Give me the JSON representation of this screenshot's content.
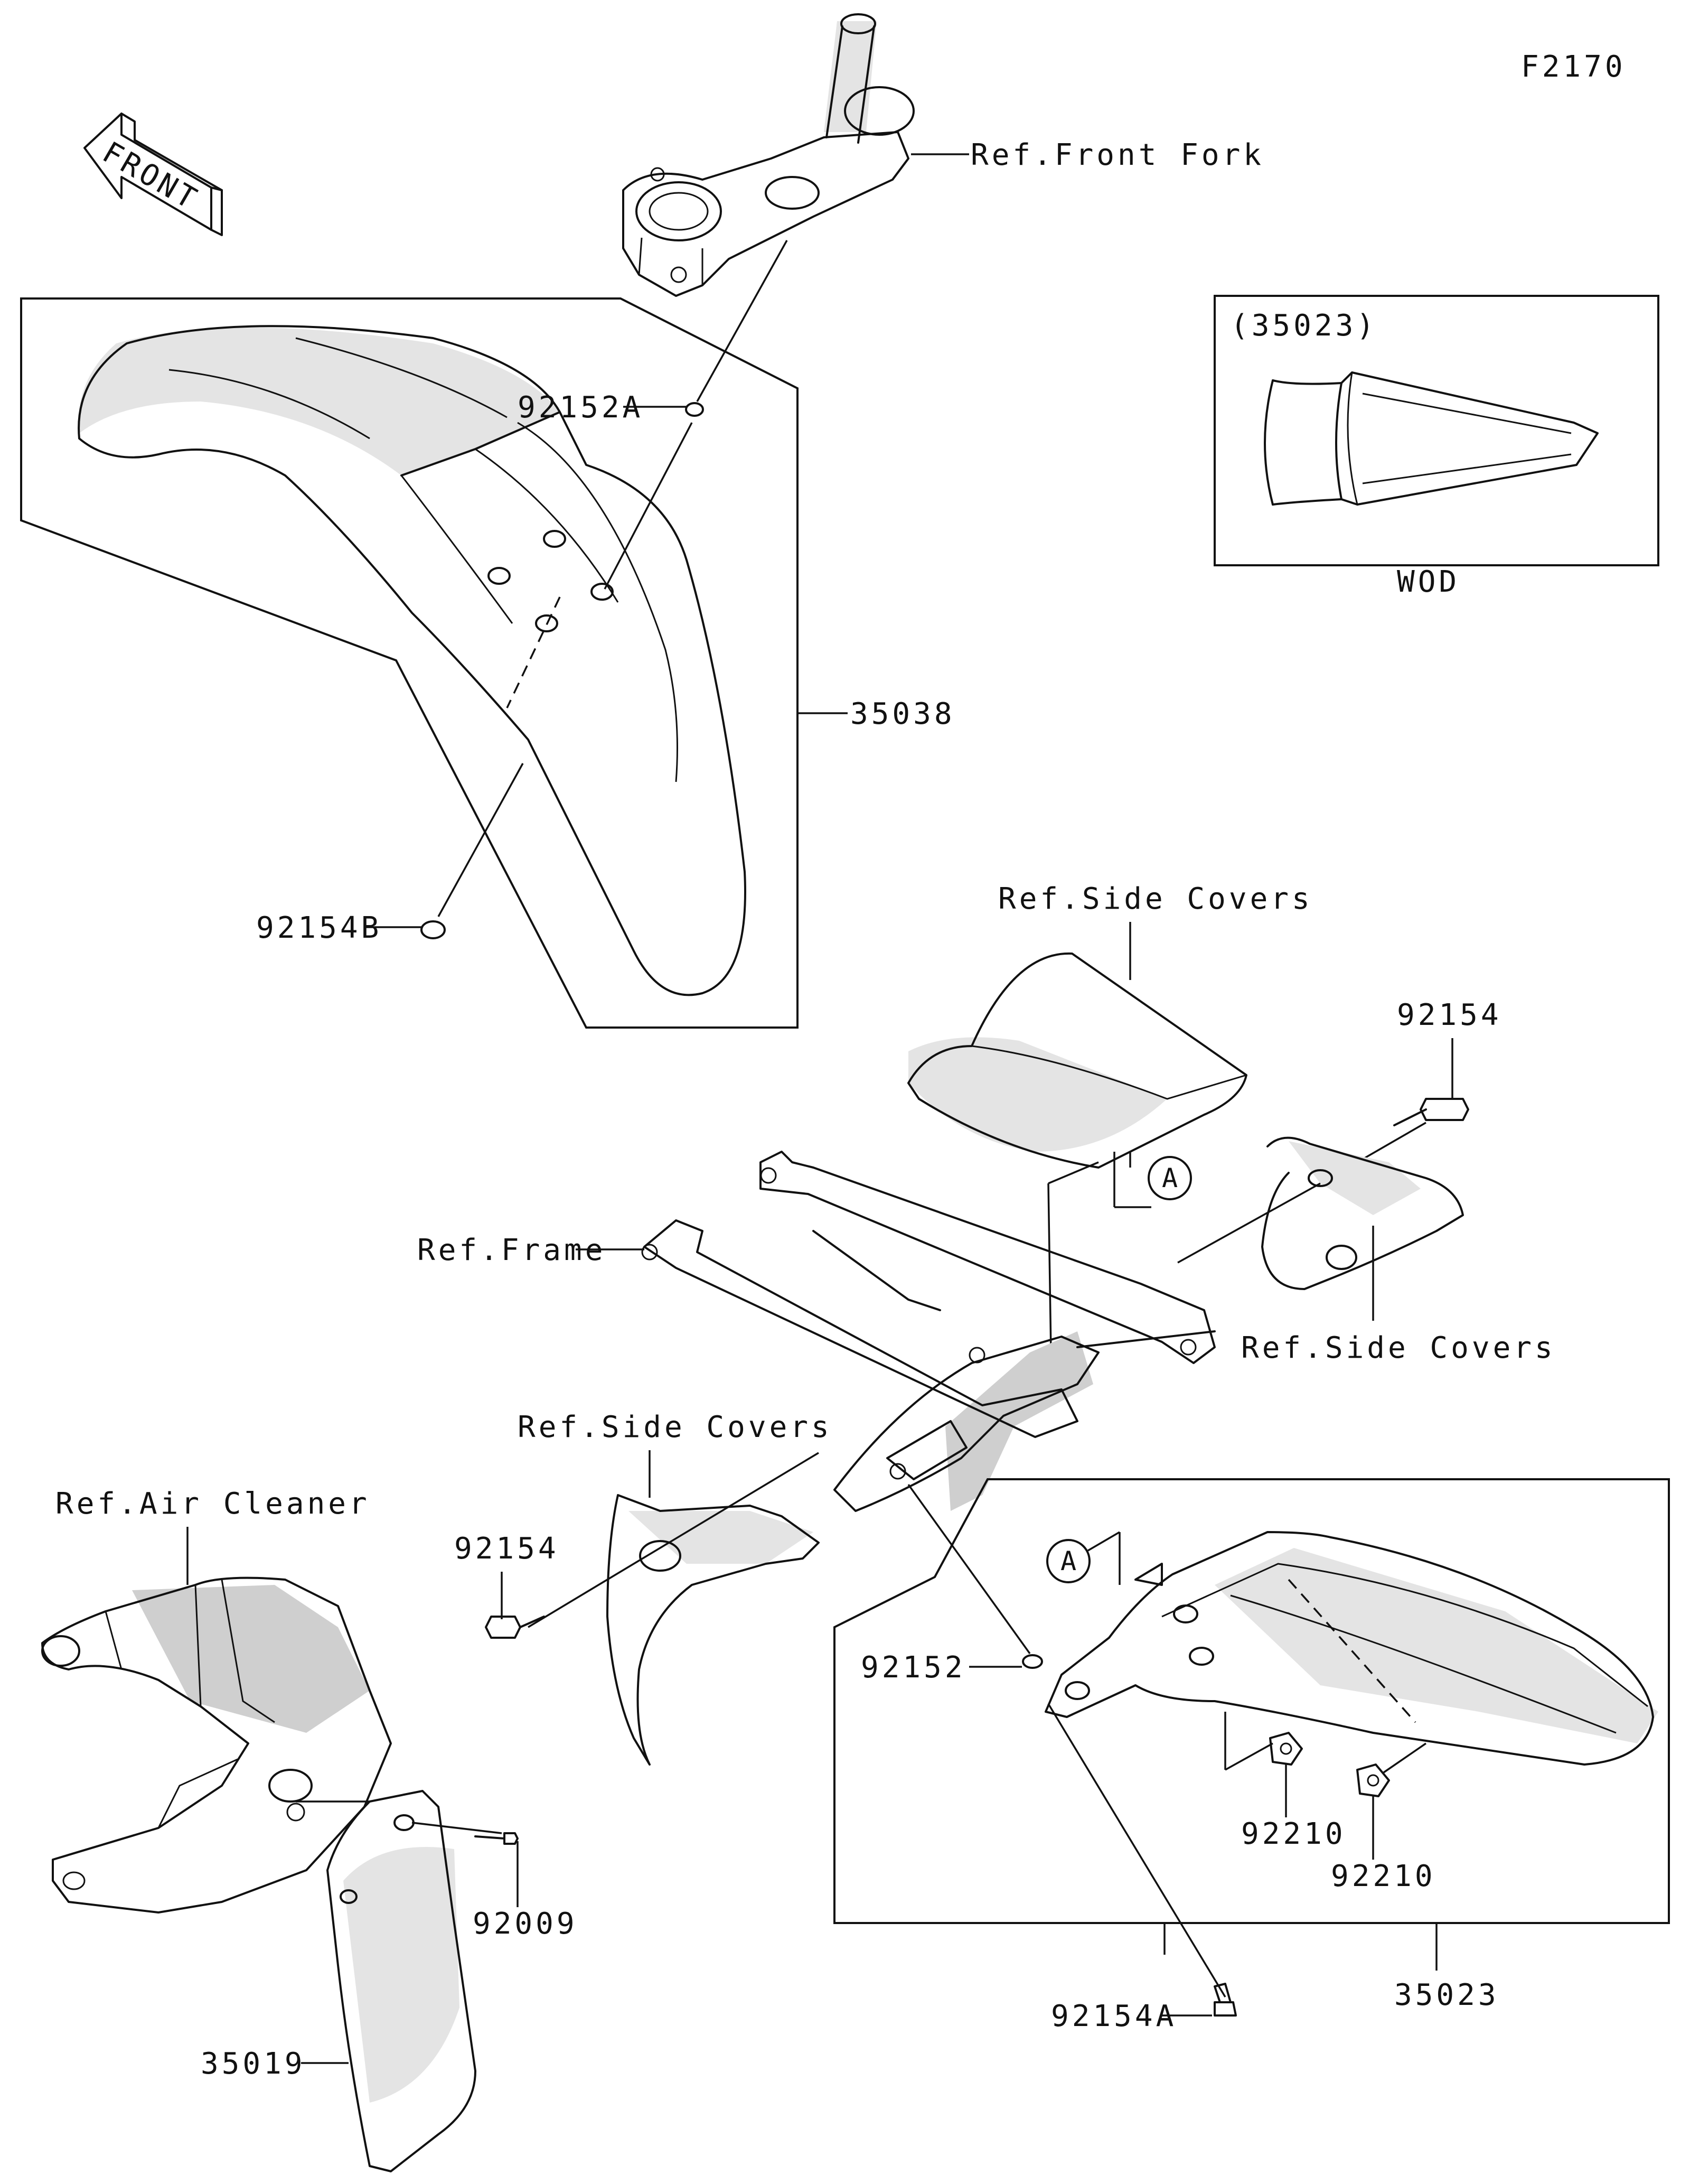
{
  "diagram_id": "F2170",
  "front_arrow_label": "FRONT",
  "labels": {
    "ref_front_fork": "Ref.Front Fork",
    "p92152A": "92152A",
    "p35038": "35038",
    "p92154B": "92154B",
    "wod_part": "(35023)",
    "wod": "WOD",
    "ref_side_covers_top": "Ref.Side Covers",
    "p92154_right": "92154",
    "callout_a_top": "A",
    "ref_frame": "Ref.Frame",
    "ref_side_covers_right": "Ref.Side Covers",
    "ref_side_covers_mid": "Ref.Side Covers",
    "ref_air_cleaner": "Ref.Air Cleaner",
    "p92154_left": "92154",
    "callout_a_bottom": "A",
    "p92152": "92152",
    "p92210_a": "92210",
    "p92210_b": "92210",
    "p92009": "92009",
    "p35019": "35019",
    "p92154A": "92154A",
    "p35023": "35023"
  }
}
